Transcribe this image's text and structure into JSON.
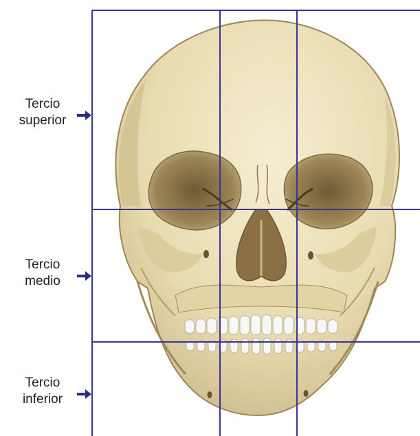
{
  "thirds": [
    {
      "line1": "Tercio",
      "line2": "superior"
    },
    {
      "line1": "Tercio",
      "line2": "medio"
    },
    {
      "line1": "Tercio",
      "line2": "inferior"
    }
  ],
  "colors": {
    "grid": "#3a3590",
    "arrow": "#2c2a85",
    "bone": "#eee3bd",
    "bone_shadow": "#c4b283",
    "cavity": "#8a7348",
    "teeth": "#f7f7f5"
  }
}
